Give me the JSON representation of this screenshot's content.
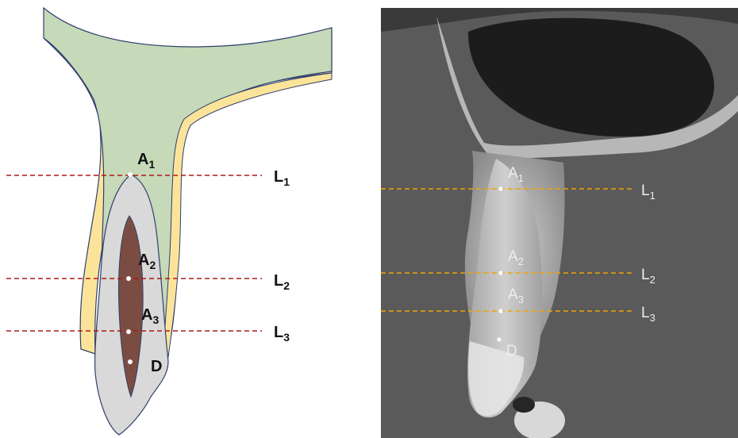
{
  "left_diagram": {
    "points": [
      {
        "id": "a1",
        "main": "A",
        "sub": "1"
      },
      {
        "id": "a2",
        "main": "A",
        "sub": "2"
      },
      {
        "id": "a3",
        "main": "A",
        "sub": "3"
      },
      {
        "id": "d",
        "main": "D",
        "sub": ""
      }
    ],
    "lines": [
      {
        "id": "l1",
        "main": "L",
        "sub": "1"
      },
      {
        "id": "l2",
        "main": "L",
        "sub": "2"
      },
      {
        "id": "l3",
        "main": "L",
        "sub": "3"
      }
    ],
    "colors": {
      "bone": "#c6d9b8",
      "cortex": "#fbe49a",
      "tooth": "#d9d9d9",
      "pulp": "#7b4d42",
      "outline": "#2f3f6e",
      "guide_line": "#b01818"
    }
  },
  "right_image": {
    "points": [
      {
        "id": "a1",
        "main": "A",
        "sub": "1"
      },
      {
        "id": "a2",
        "main": "A",
        "sub": "2"
      },
      {
        "id": "a3",
        "main": "A",
        "sub": "3"
      },
      {
        "id": "d",
        "main": "D",
        "sub": ""
      }
    ],
    "lines": [
      {
        "id": "l1",
        "main": "L",
        "sub": "1"
      },
      {
        "id": "l2",
        "main": "L",
        "sub": "2"
      },
      {
        "id": "l3",
        "main": "L",
        "sub": "3"
      }
    ],
    "colors": {
      "guide_line": "#f0a500",
      "label": "#eeeeee"
    }
  }
}
